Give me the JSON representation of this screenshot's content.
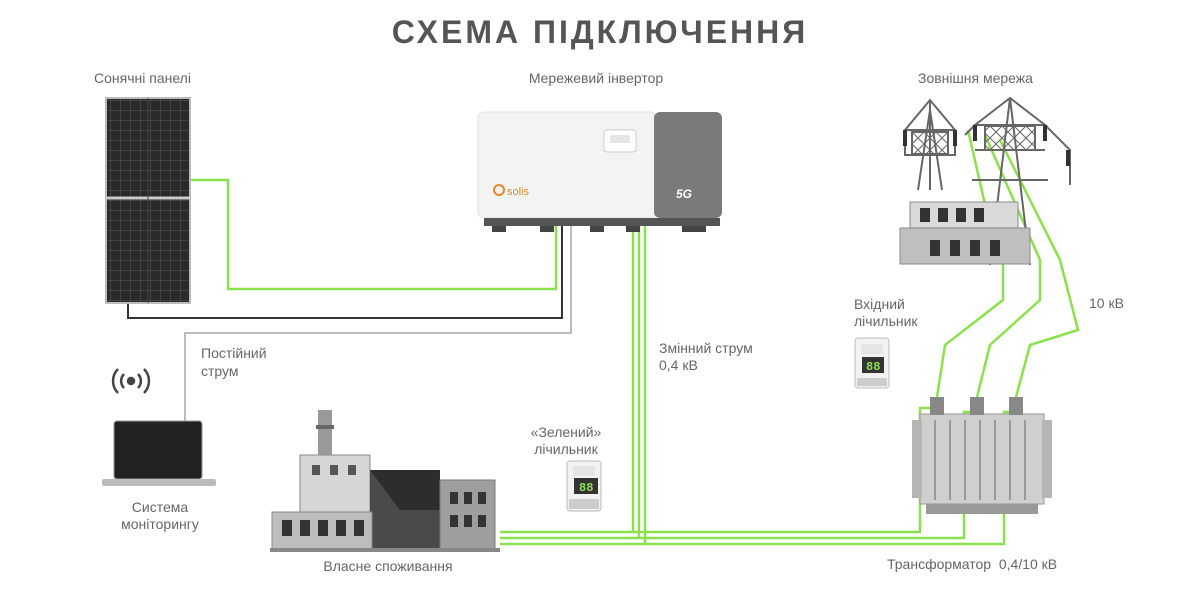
{
  "title": "СХЕМА ПІДКЛЮЧЕННЯ",
  "labels": {
    "solar_panels": "Сонячні панелі",
    "inverter": "Мережевий інвертор",
    "external_grid": "Зовнішня мережа",
    "dc_line1": "Постійний",
    "dc_line2": "струм",
    "ac_line1": "Змінний струм",
    "ac_line2": "0,4 кВ",
    "input_meter_line1": "Вхідний",
    "input_meter_line2": "лічильник",
    "voltage_10kv": "10 кВ",
    "green_meter_line1": "«Зелений»",
    "green_meter_line2": "лічильник",
    "monitoring_line1": "Система",
    "monitoring_line2": "моніторингу",
    "own_consumption": "Власне споживання",
    "transformer": "Трансформатор  0,4/10 кВ"
  },
  "device_text": {
    "inverter_brand": "solis",
    "inverter_model": "5G",
    "meter_display": "88"
  },
  "icons": {
    "panel": "solar-panel-icon",
    "inverter": "inverter-icon",
    "pylon": "power-pylon-icon",
    "substation": "substation-icon",
    "laptop": "laptop-icon",
    "wifi": "wifi-icon",
    "factory": "factory-icon",
    "meter": "electric-meter-icon",
    "transformer": "transformer-icon"
  },
  "colors": {
    "ac_line": "#8be04e",
    "dc_line": "#333333",
    "data_line": "#bdbdbd",
    "title": "#555555",
    "text": "#666666"
  }
}
